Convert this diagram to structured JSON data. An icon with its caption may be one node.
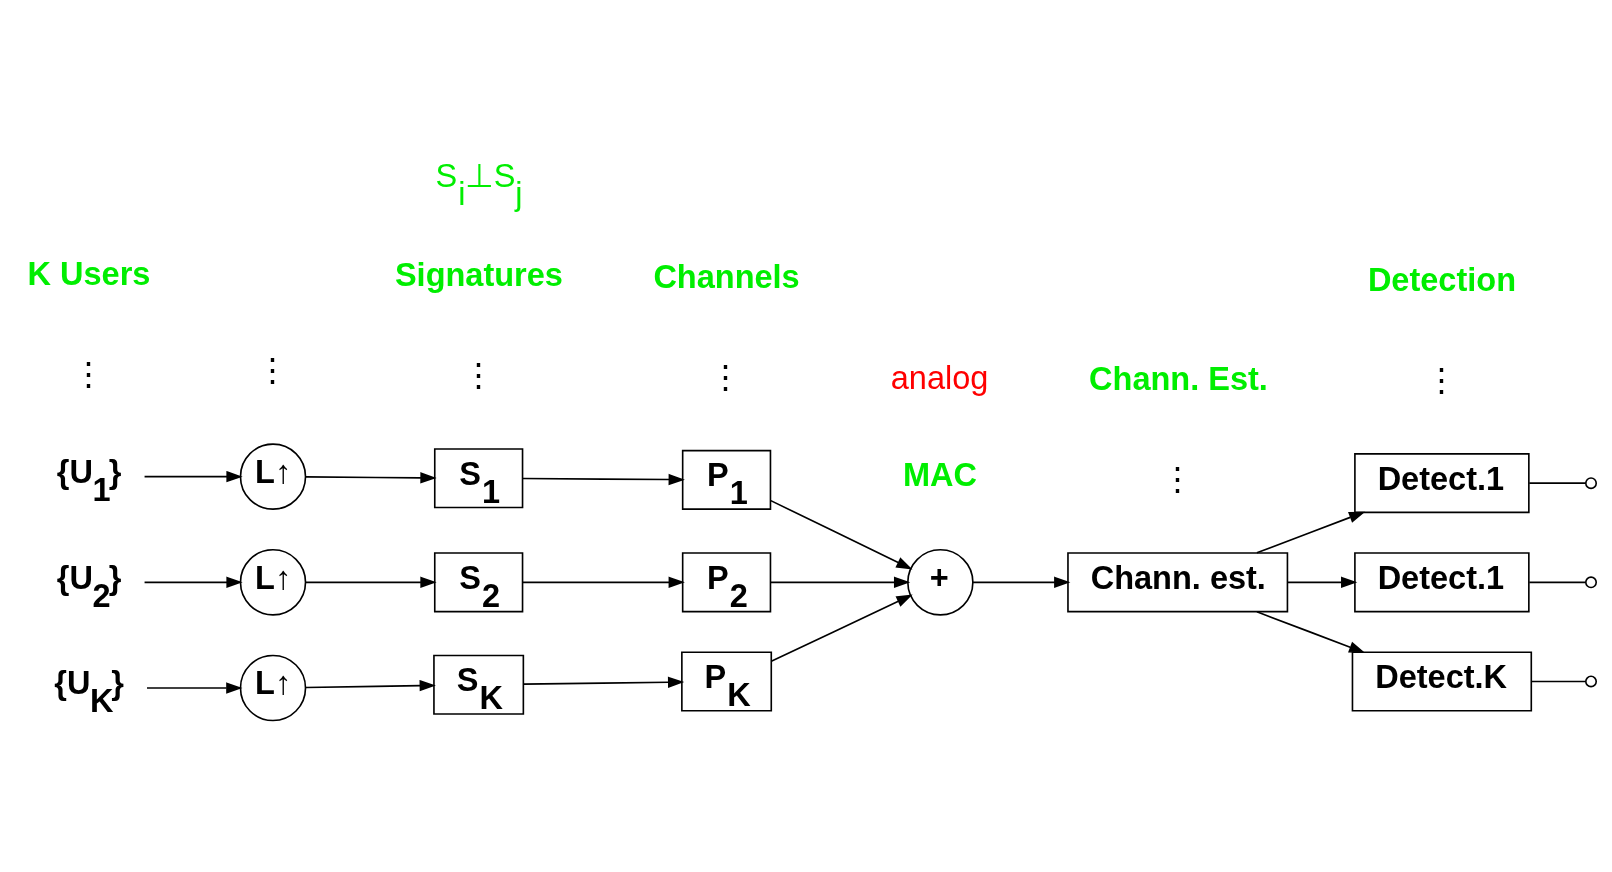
{
  "diagram": {
    "nodes": [
      {
        "text": [
          "{U$_{1}$}"
        ]
      },
      {
        "text": [
          "L↑"
        ]
      },
      {
        "text": [
          "S$_{1}$"
        ]
      },
      {
        "text": [
          "P$_{1}$"
        ]
      },
      {
        "text": [
          "{U$_{2}$}"
        ]
      },
      {
        "text": [
          "L↑"
        ]
      },
      {
        "text": [
          "S$_{2}$"
        ]
      },
      {
        "text": [
          "P$_{2}$"
        ]
      },
      {
        "text": [
          "+"
        ]
      },
      {
        "text": [
          "Chann. est."
        ]
      },
      {
        "text": [
          "Detect.1"
        ]
      },
      {
        "text": [
          "Detect.1"
        ]
      },
      {
        "text": [
          "{U$_{K}$}"
        ]
      },
      {
        "text": [
          "L↑"
        ]
      },
      {
        "text": [
          "S$_{K}$"
        ]
      },
      {
        "text": [
          "P$_{K}$"
        ]
      },
      {
        "text": [
          "Detect.K"
        ]
      }
    ],
    "edges": [
      {
        "from": 0,
        "to": 1,
        "arrow": "to"
      },
      {
        "from": 1,
        "to": 2,
        "arrow": "to"
      },
      {
        "from": 2,
        "to": 3,
        "arrow": "to"
      },
      {
        "from": 3,
        "to": 8,
        "arrow": "to"
      },
      {
        "from": 4,
        "to": 5,
        "arrow": "to"
      },
      {
        "from": 5,
        "to": 6,
        "arrow": "to"
      },
      {
        "from": 6,
        "to": 7,
        "arrow": "to"
      },
      {
        "from": 7,
        "to": 8,
        "arrow": "to"
      },
      {
        "from": 12,
        "to": 13,
        "arrow": "to"
      },
      {
        "from": 13,
        "to": 14,
        "arrow": "to"
      },
      {
        "from": 14,
        "to": 15,
        "arrow": "to"
      },
      {
        "from": 15,
        "to": 8,
        "arrow": "to"
      },
      {
        "from": 8,
        "to": 9,
        "arrow": "to"
      },
      {
        "from": 9,
        "to": 10,
        "arrow": "to"
      },
      {
        "from": 9,
        "to": 11,
        "arrow": "to"
      },
      {
        "from": 9,
        "to": 16,
        "arrow": "to"
      },
      {
        "from": 10,
        "to": null,
        "arrow": "other"
      },
      {
        "from": 11,
        "to": null,
        "arrow": "other"
      },
      {
        "from": 16,
        "to": null,
        "arrow": "other"
      }
    ],
    "labels": [
      "⋮",
      "⋮",
      "⋮",
      "⋮",
      "⋮",
      "⋮",
      "K Users",
      "Signatures",
      "S$_{i}$⊥S$_{j}$",
      "Channels",
      "MAC",
      "Chann. Est.",
      "Detection",
      "analog"
    ]
  }
}
